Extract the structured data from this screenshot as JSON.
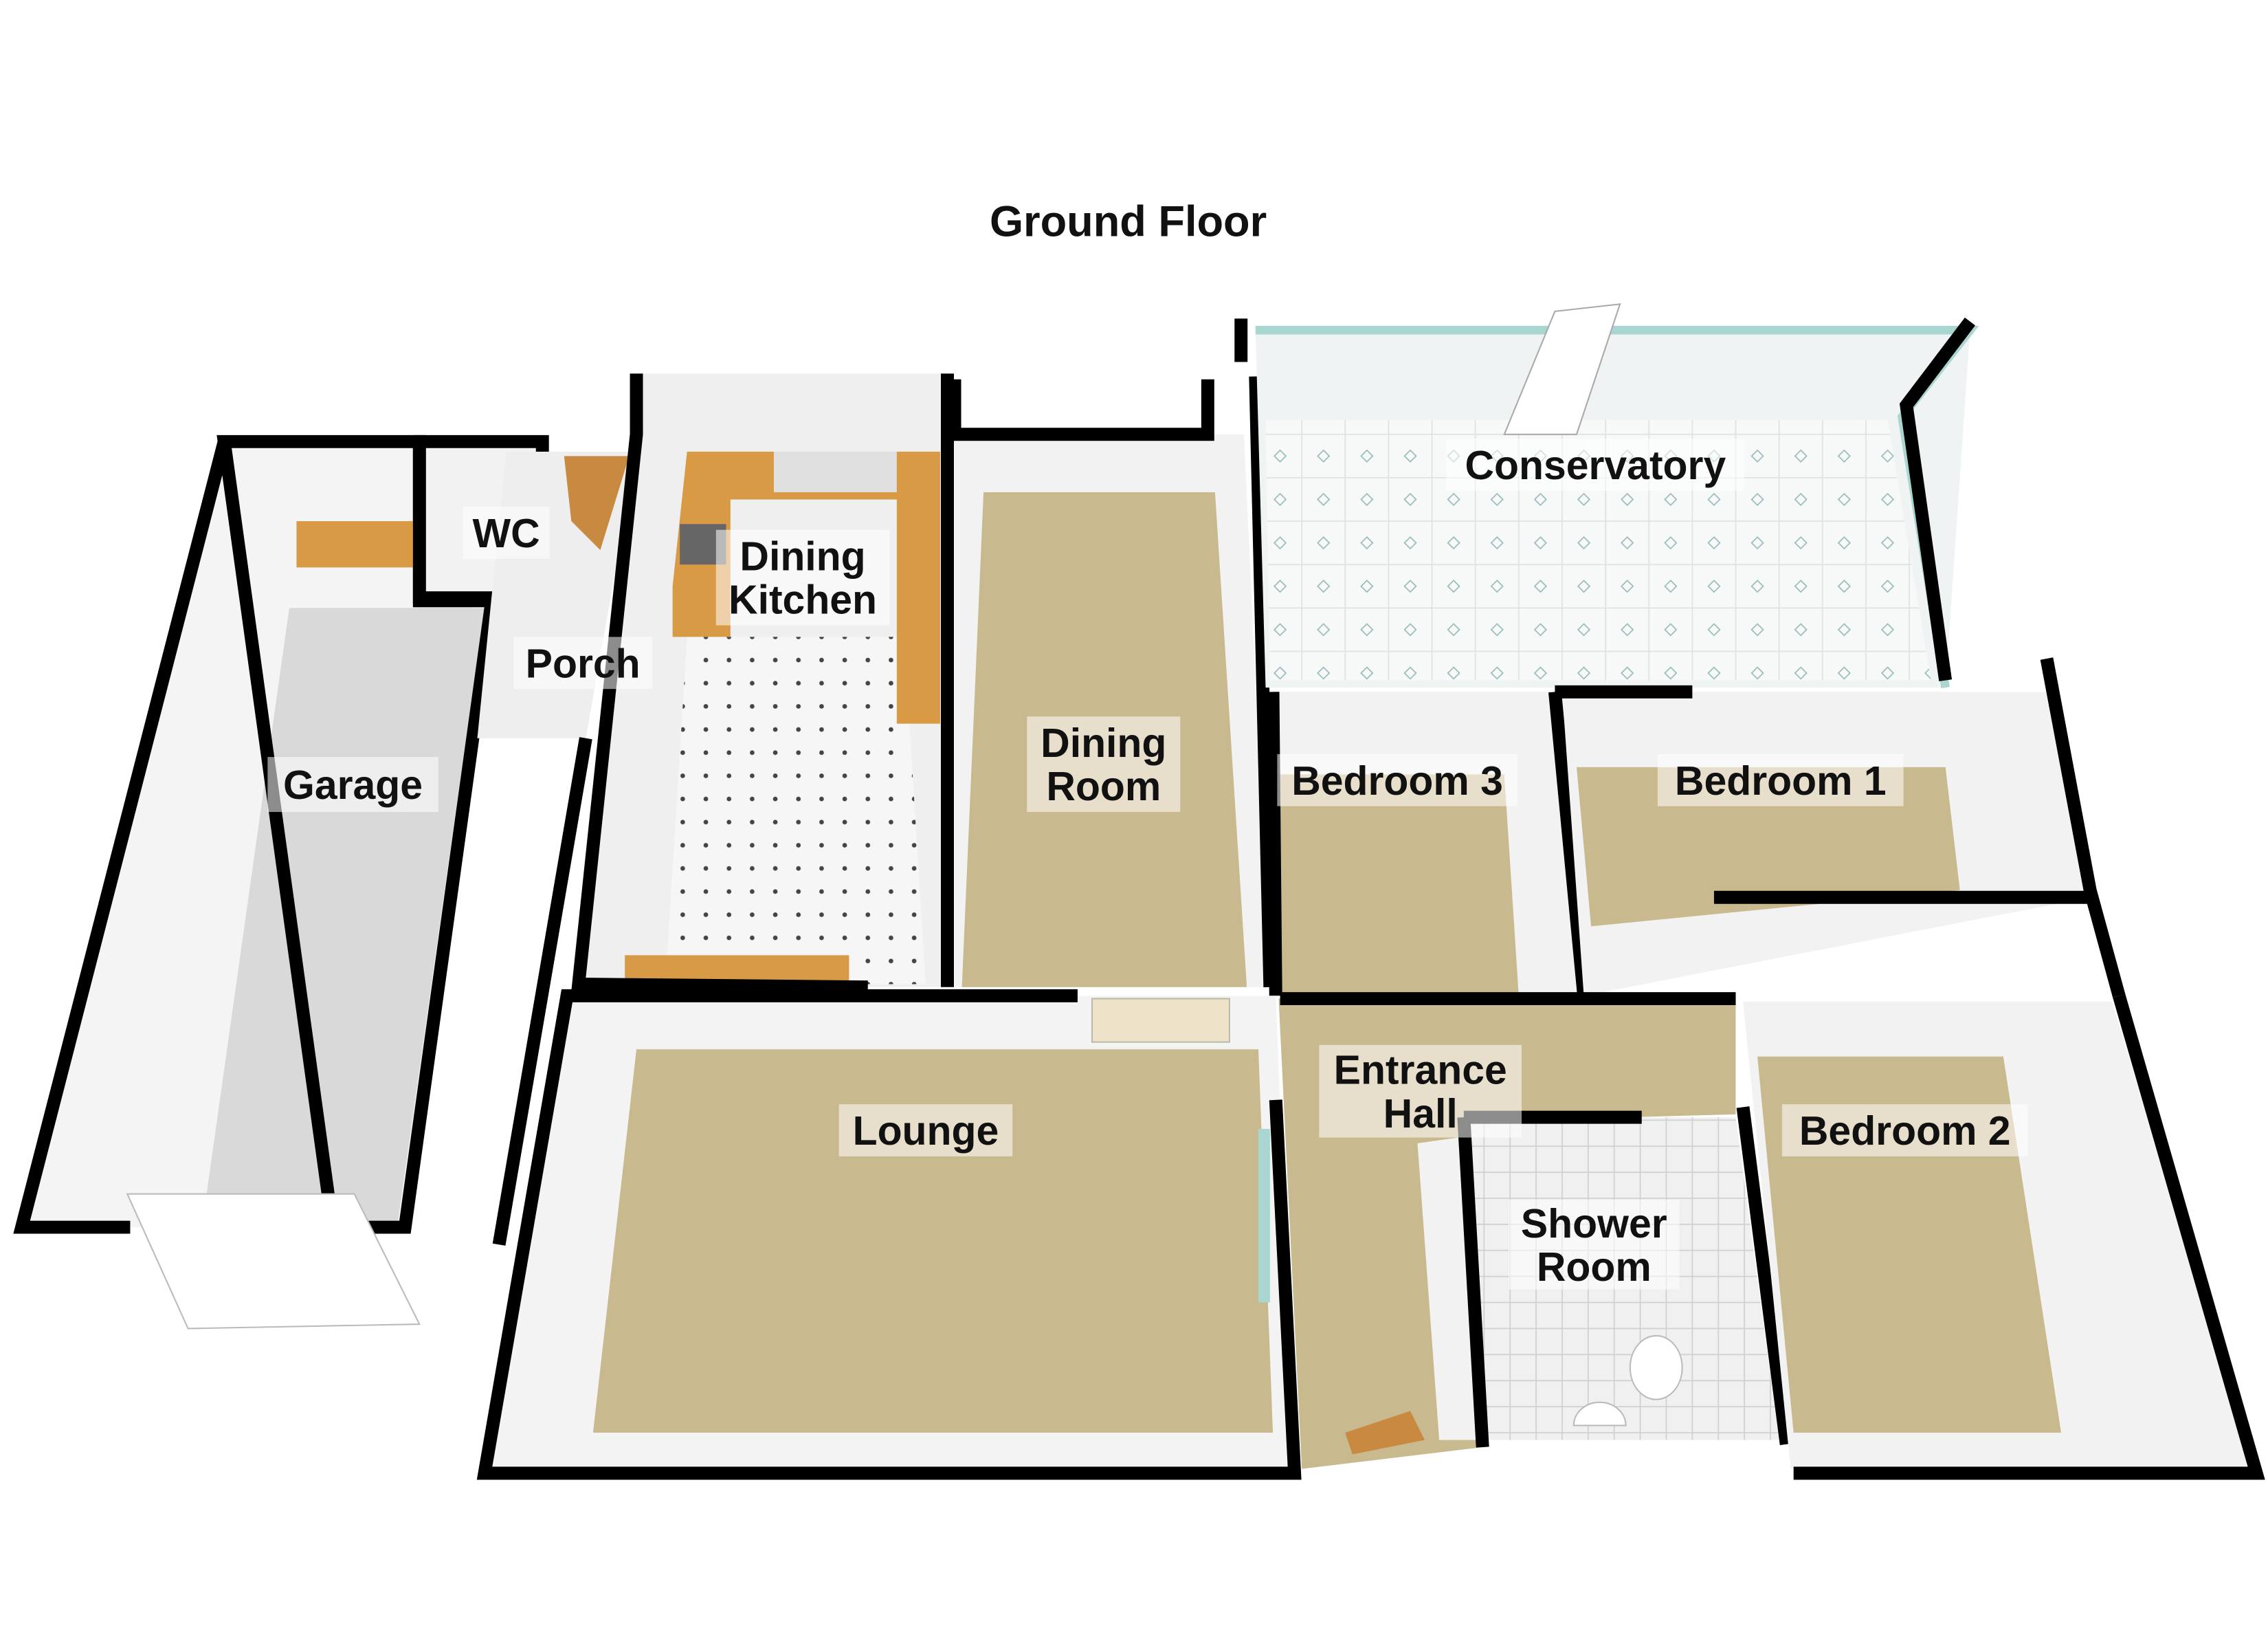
{
  "title": "Ground Floor",
  "rooms": {
    "garage": "Garage",
    "wc": "WC",
    "porch": "Porch",
    "dining_kitchen_1": "Dining",
    "dining_kitchen_2": "Kitchen",
    "dining_room_1": "Dining",
    "dining_room_2": "Room",
    "conservatory": "Conservatory",
    "bedroom3": "Bedroom 3",
    "bedroom1": "Bedroom 1",
    "bedroom2": "Bedroom 2",
    "lounge": "Lounge",
    "entrance_hall_1": "Entrance",
    "entrance_hall_2": "Hall",
    "shower_room_1": "Shower",
    "shower_room_2": "Room"
  },
  "colors": {
    "carpet": "#c9b98f",
    "garage_floor": "#d9d9d9",
    "tile_floor": "#f3f3f3",
    "wall": "#000000",
    "kitchen_units": "#d99a45",
    "glazing": "#a9d6d0"
  }
}
